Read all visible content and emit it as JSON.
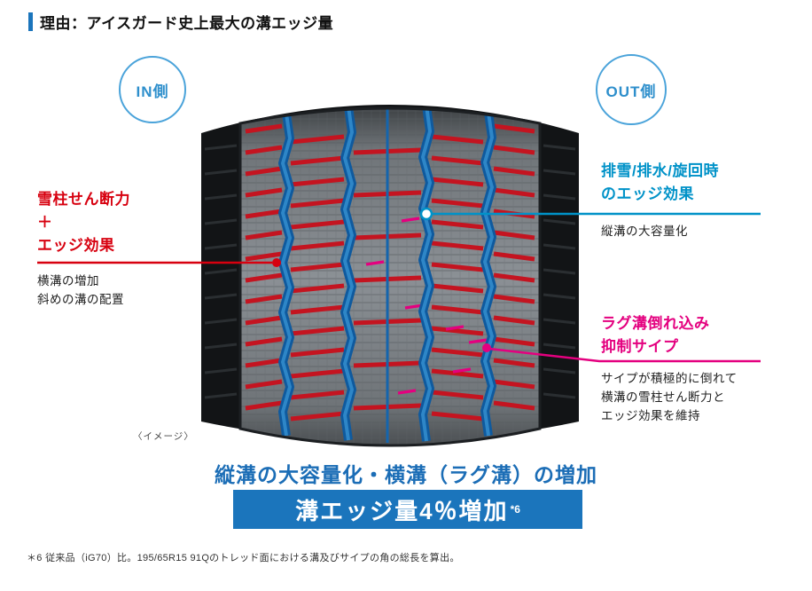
{
  "colors": {
    "accent_blue": "#1b75bc",
    "cyan_blue": "#0092c8",
    "red": "#d7000f",
    "magenta": "#e4007f",
    "circle_blue": "#4aa3da",
    "summary_blue": "#1b6db6"
  },
  "header": {
    "title": "理由：アイスガード史上最大の溝エッジ量"
  },
  "tire": {
    "in_label": "IN側",
    "out_label": "OUT側",
    "image_caption": "〈イメージ〉"
  },
  "callouts": {
    "left_red": {
      "heading_lines": [
        "雪柱せん断力",
        "＋",
        "エッジ効果"
      ],
      "body_lines": [
        "横溝の増加",
        "斜めの溝の配置"
      ]
    },
    "right_blue": {
      "heading_lines": [
        "排雪/排水/旋回時",
        "のエッジ効果"
      ],
      "body_lines": [
        "縦溝の大容量化"
      ]
    },
    "right_magenta": {
      "heading_lines": [
        "ラグ溝倒れ込み",
        "抑制サイプ"
      ],
      "body_lines": [
        "サイプが積極的に倒れて",
        "横溝の雪柱せん断力と",
        "エッジ効果を維持"
      ]
    }
  },
  "summary": {
    "line": "縦溝の大容量化・横溝（ラグ溝）の増加",
    "badge_text": "溝エッジ量4％増加",
    "badge_sup": "*6"
  },
  "footnote": "＊6 従来品（iG70）比。195/65R15 91Qのトレッド面における溝及びサイプの角の総長を算出。"
}
